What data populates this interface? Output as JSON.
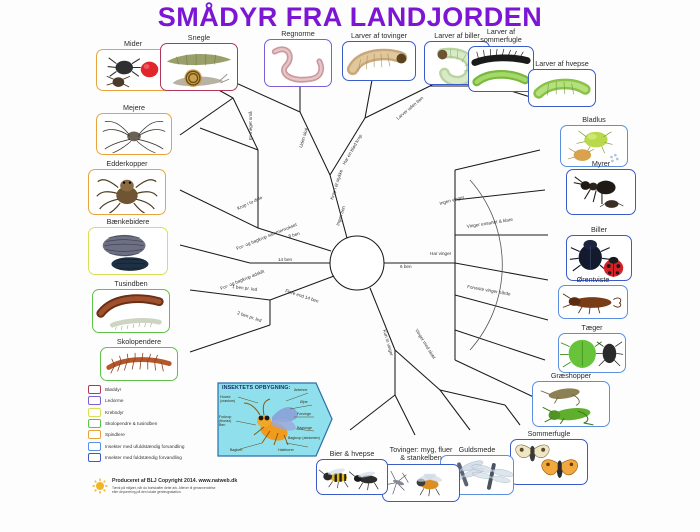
{
  "poster": {
    "title": "SMÅDYR FRA LANDJORDEN",
    "accent_color": "#7d16d4"
  },
  "taxa": [
    {
      "id": "mider",
      "label": "Mider",
      "border": "#e8a33d",
      "group": "spindlere"
    },
    {
      "id": "mejere",
      "label": "Mejere",
      "border": "#e8a33d",
      "group": "spindlere"
    },
    {
      "id": "edderkopper",
      "label": "Edderkopper",
      "border": "#e8a33d",
      "group": "spindlere"
    },
    {
      "id": "baenkebidere",
      "label": "Bænkebidere",
      "border": "#d8df54",
      "group": "krebsdyr"
    },
    {
      "id": "tusindben",
      "label": "Tusindben",
      "border": "#5fc24a",
      "group": "skolopendre"
    },
    {
      "id": "skolopendere",
      "label": "Skolopendere",
      "border": "#5fc24a",
      "group": "skolopendre"
    },
    {
      "id": "snegle",
      "label": "Snegle",
      "border": "#b0365a",
      "group": "bloeddyr"
    },
    {
      "id": "regnorme",
      "label": "Regnorme",
      "border": "#7b5fd4",
      "group": "ledorme"
    },
    {
      "id": "larver-tovinger",
      "label": "Larver af tovinger",
      "border": "#3b5bc8",
      "group": "fuld"
    },
    {
      "id": "larver-biller",
      "label": "Larver af biller",
      "border": "#3b5bc8",
      "group": "fuld"
    },
    {
      "id": "larver-sommerfugle",
      "label": "Larver af\nsommerfugle",
      "border": "#3b5bc8",
      "group": "fuld"
    },
    {
      "id": "larver-hvepse",
      "label": "Larver af hvepse",
      "border": "#3b5bc8",
      "group": "fuld"
    },
    {
      "id": "bladlus",
      "label": "Bladlus",
      "border": "#5b8fe0",
      "group": "ufuld"
    },
    {
      "id": "myrer",
      "label": "Myrer",
      "border": "#3b5bc8",
      "group": "fuld"
    },
    {
      "id": "biller",
      "label": "Biller",
      "border": "#3b5bc8",
      "group": "fuld"
    },
    {
      "id": "oerentviste",
      "label": "Ørentviste",
      "border": "#5b8fe0",
      "group": "ufuld"
    },
    {
      "id": "taeger",
      "label": "Tæger",
      "border": "#5b8fe0",
      "group": "ufuld"
    },
    {
      "id": "graeshopper",
      "label": "Græshopper",
      "border": "#5b8fe0",
      "group": "ufuld"
    },
    {
      "id": "sommerfugle",
      "label": "Sommerfugle",
      "border": "#3b5bc8",
      "group": "fuld"
    },
    {
      "id": "guldsmede",
      "label": "Guldsmede",
      "border": "#5b8fe0",
      "group": "ufuld"
    },
    {
      "id": "tovinger",
      "label": "Tovinger: myg, fluer\n& stankelben",
      "border": "#3b5bc8",
      "group": "fuld"
    },
    {
      "id": "bier-hvepse",
      "label": "Bier & hvepse",
      "border": "#3b5bc8",
      "group": "fuld"
    }
  ],
  "branch_labels": [
    {
      "id": "ingen-ben",
      "text": "Ingen ben"
    },
    {
      "id": "otte-ben",
      "text": "8 ben"
    },
    {
      "id": "fjorten-ben",
      "text": "14 ben"
    },
    {
      "id": "flere-end-14-ben",
      "text": "Flere end 14 ben"
    },
    {
      "id": "seks-ben",
      "text": "6 ben"
    },
    {
      "id": "et-ben-pr-led",
      "text": "1 ben pr. led"
    },
    {
      "id": "to-ben-pr-led",
      "text": "2 ben pr. led"
    },
    {
      "id": "er-meget-smaa",
      "text": "Er meget små"
    },
    {
      "id": "krop-i-to-dele",
      "text": "Krop i to dele"
    },
    {
      "id": "krop-i-et-stykke",
      "text": "Krop i ét stykke"
    },
    {
      "id": "for-og-bagkrop-sammenvokset",
      "text": "For- og bagkrop sammenvokset"
    },
    {
      "id": "for-og-bagkrop-adskilt",
      "text": "For- og bagkrop adskilt"
    },
    {
      "id": "uden-skal",
      "text": "Uden skal"
    },
    {
      "id": "har-en-blod-krop",
      "text": "Har en blød krop"
    },
    {
      "id": "vinger-ensartet-klare",
      "text": "Vinger ensartet & klare"
    },
    {
      "id": "forreste-vinger-haarde",
      "text": "Forreste vinger hårde"
    },
    {
      "id": "vinger-med-skael",
      "text": "Vinger med skæl"
    },
    {
      "id": "kun-to-vinger",
      "text": "Kun to vinger"
    },
    {
      "id": "ingen-vinger",
      "text": "Ingen vinger"
    },
    {
      "id": "larver-uden-ben",
      "text": "Larver uden ben"
    },
    {
      "id": "har-vinger",
      "text": "Har vinger"
    }
  ],
  "legend": {
    "items": [
      {
        "label": "Bløddyr",
        "color": "#b0365a"
      },
      {
        "label": "Ledorme",
        "color": "#7b5fd4"
      },
      {
        "label": "Krebsdyr",
        "color": "#d8df54"
      },
      {
        "label": "Skolopendre & tusindben",
        "color": "#5fc24a"
      },
      {
        "label": "Spindlere",
        "color": "#e8a33d"
      },
      {
        "label": "Insekter med ufuldstændig forvandling",
        "color": "#5b8fe0"
      },
      {
        "label": "Insekter med fuldstændig forvandling",
        "color": "#3b5bc8"
      }
    ]
  },
  "anatomy": {
    "title": "INSEKTETS OPBYGNING:",
    "labels": [
      {
        "id": "hoved",
        "text": "Hoved\n(cranium)"
      },
      {
        "id": "forkrop",
        "text": "Forkrop\n(thorax)\nBen"
      },
      {
        "id": "bagben",
        "text": "Bagben"
      },
      {
        "id": "antenne",
        "text": "Antenne"
      },
      {
        "id": "oejne",
        "text": "Øjne"
      },
      {
        "id": "forvinge",
        "text": "Forvinge"
      },
      {
        "id": "bagvinge",
        "text": "Bagvinge"
      },
      {
        "id": "bagkrop",
        "text": "Bagkrop (abdomen)"
      },
      {
        "id": "halestykke",
        "text": "Haleborer"
      }
    ]
  },
  "footer": {
    "credit": "Produceret af BLJ Copyright 2014. www.natweb.dk",
    "fineprint": "Tænk på miljøet, når du bortskaffer dette ark. Aflevér til genanvendelse\neller deponering på den lokale genbrugsstation."
  }
}
